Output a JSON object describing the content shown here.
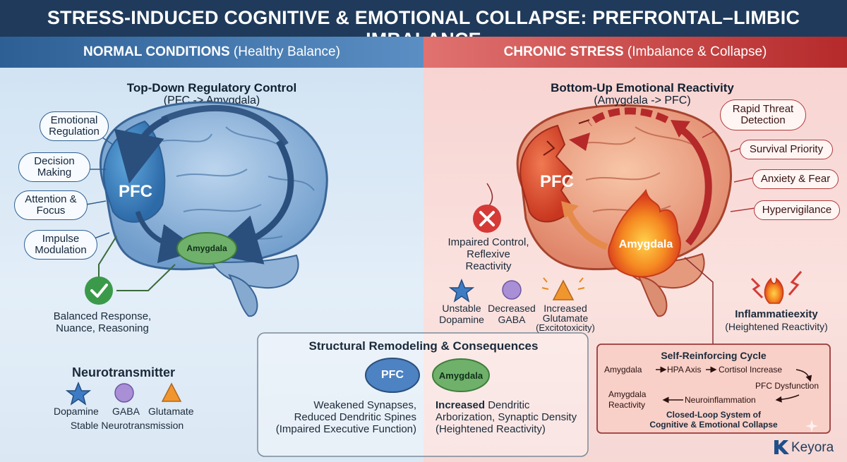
{
  "title": "STRESS-INDUCED COGNITIVE & EMOTIONAL COLLAPSE: PREFRONTAL–LIMBIC IMBALANCE",
  "left_band": {
    "bold": "NORMAL CONDITIONS",
    "rest": " (Healthy Balance)"
  },
  "right_band": {
    "bold": "CHRONIC STRESS",
    "rest": " (Imbalance & Collapse)"
  },
  "left": {
    "heading": "Top-Down Regulatory Control",
    "subheading": "(PFC -> Amygdala)",
    "callouts": [
      "Emotional Regulation",
      "Decision Making",
      "Attention & Focus",
      "Impulse Modulation"
    ],
    "pfc_label": "PFC",
    "amygdala_label": "Amygdala",
    "balanced_line1": "Balanced Response,",
    "balanced_line2": "Nuance, Reasoning",
    "neuro_title": "Neurotransmitter",
    "neuro_items": [
      "Dopamine",
      "GABA",
      "Glutamate"
    ],
    "neuro_caption": "Stable Neurotransmission"
  },
  "right": {
    "heading": "Bottom-Up Emotional Reactivity",
    "subheading": "(Amygdala -> PFC)",
    "callouts": [
      "Rapid Threat Detection",
      "Survival Priority",
      "Anxiety & Fear",
      "Hypervigilance"
    ],
    "pfc_label": "PFC",
    "amygdala_label": "Amygdala",
    "impaired_line1": "Impaired Control,",
    "impaired_line2": "Reflexive",
    "impaired_line3": "Reactivity",
    "neuro": [
      {
        "l1": "Unstable",
        "l2": "Dopamine"
      },
      {
        "l1": "Decreased",
        "l2": "GABA"
      },
      {
        "l1": "Increased",
        "l2": "Glutamate",
        "l3": "(Excitotoxicity)"
      }
    ],
    "inflam_title": "Inflammatieexity",
    "inflam_sub": "(Heightened Reactivity)"
  },
  "structural": {
    "title": "Structural Remodeling & Consequences",
    "pfc": "PFC",
    "amygdala": "Amygdala",
    "left_l1": "Weakened Synapses,",
    "left_l2": "Reduced Dendritic Spines",
    "left_l3": "(Impaired Executive Function)",
    "right_bold": "Increased",
    "right_l1": " Dendritic",
    "right_l2": "Arborization, Synaptic Density",
    "right_l3": "(Heightened Reactivity)"
  },
  "cycle": {
    "title": "Self-Reinforcing Cycle",
    "n1": "Amygdala",
    "n2": "HPA Axis",
    "n3": "Cortisol Increase",
    "n4": "PFC Dysfunction",
    "n5": "Neuroinflammation",
    "n6a": "Amygdala",
    "n6b": "Reactivity",
    "foot1": "Closed-Loop System of",
    "foot2": "Cognitive & Emotional Collapse"
  },
  "brand": "Keyora",
  "colors": {
    "navy": "#1f3a5a",
    "blue": "#2d5f95",
    "red": "#b52a2b",
    "green": "#3a9a4a"
  }
}
